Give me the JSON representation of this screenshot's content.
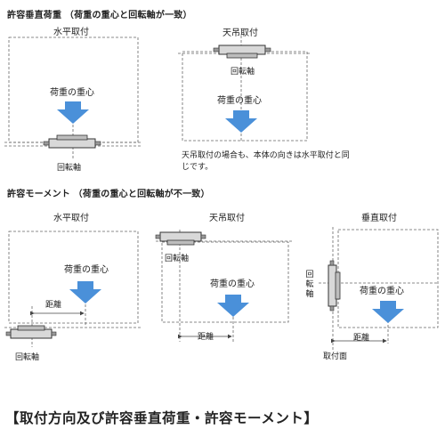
{
  "header_axis_match": "許容垂直荷重 （荷重の重心と回転軸が一致）",
  "header_axis_mismatch": "許容モーメント （荷重の重心と回転軸が不一致）",
  "top_left": {
    "title": "水平取付",
    "load_label": "荷重の重心",
    "axis_label": "回転軸"
  },
  "top_right": {
    "title": "天吊取付",
    "axis_label": "回転軸",
    "load_label": "荷重の重心",
    "note": "天吊取付の場合も、本体の向きは水平取付と同じです。"
  },
  "mid_left": {
    "title": "水平取付",
    "load_label": "荷重の重心",
    "distance_label": "距離",
    "axis_label": "回転軸"
  },
  "mid_center": {
    "title": "天吊取付",
    "axis_label": "回転軸",
    "load_label": "荷重の重心",
    "distance_label": "距離"
  },
  "mid_right": {
    "title": "垂直取付",
    "axis_label": "回転軸",
    "load_label": "荷重の重心",
    "distance_label": "距離",
    "surface_label": "取付面"
  },
  "banner": "【取付方向及び許容垂直荷重・許容モーメント】",
  "colors": {
    "arrow": "#4a90d9",
    "line": "#444444",
    "dash": "#666666",
    "text": "#222222"
  }
}
